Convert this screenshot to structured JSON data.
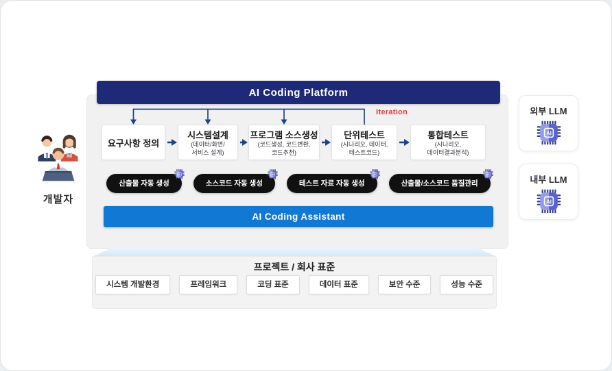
{
  "colors": {
    "platform_navy": "#1e2a78",
    "assistant_blue": "#1178d3",
    "arrow_blue": "#1c4587",
    "iteration_red": "#e23c3c",
    "pill_black": "#111111",
    "chip_purple_light": "#949ced",
    "chip_purple_dark": "#5a61d2"
  },
  "developer": {
    "label": "개발자"
  },
  "platform": {
    "title": "AI Coding Platform",
    "iteration_label": "Iteration",
    "steps": [
      {
        "title": "요구사항 정의",
        "sub1": "",
        "sub2": ""
      },
      {
        "title": "시스템설계",
        "sub1": "(데이터/화면/",
        "sub2": "서비스 설계)"
      },
      {
        "title": "프로그램 소스생성",
        "sub1": "(코드생성, 코드변환,",
        "sub2": "코드추천)"
      },
      {
        "title": "단위테스트",
        "sub1": "(시나리오, 데이터,",
        "sub2": "테스트코드)"
      },
      {
        "title": "통합테스트",
        "sub1": "(시나리오,",
        "sub2": "데이터결과분석)"
      }
    ],
    "capabilities": [
      "산출물 자동 생성",
      "소스코드 자동 생성",
      "테스트 자료 자동 생성",
      "산출물/소스코드 품질관리"
    ],
    "assistant_title": "AI Coding Assistant"
  },
  "standards": {
    "title": "프로젝트 / 회사 표준",
    "items": [
      "시스템 개발환경",
      "프레임워크",
      "코딩 표준",
      "데이터 표준",
      "보안 수준",
      "성능 수준"
    ]
  },
  "llm": [
    {
      "label": "외부 LLM"
    },
    {
      "label": "내부 LLM"
    }
  ],
  "icons": {
    "chip_label": "AI"
  }
}
